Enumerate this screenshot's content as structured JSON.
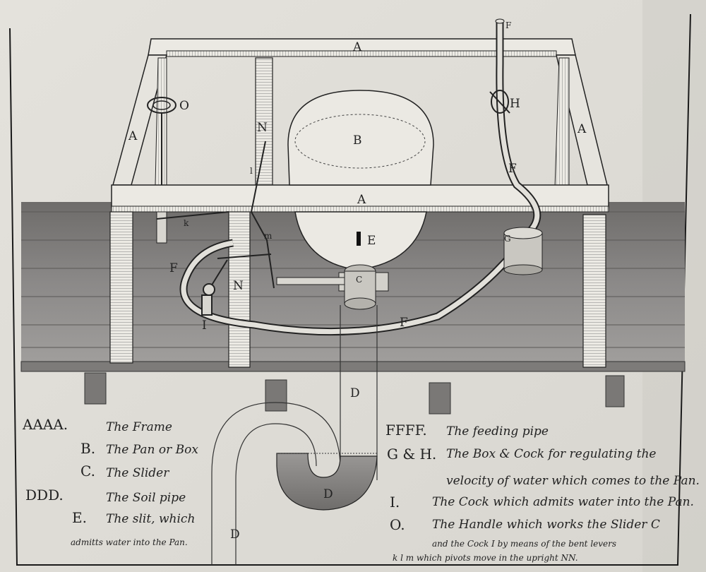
{
  "diagram": {
    "labels": {
      "A_top": "A",
      "A_left": "A",
      "A_right": "A",
      "A_mid": "A",
      "B": "B",
      "C": "C",
      "D_pipe": "D",
      "D_trap": "D",
      "D_low": "D",
      "E": "E",
      "F_top": "F",
      "F_right": "F",
      "F_left": "F",
      "F_bottom": "F",
      "G": "G",
      "H": "H",
      "I": "I",
      "N_upper": "N",
      "N_lower": "N",
      "O": "O",
      "k": "k",
      "l": "l",
      "m": "m"
    }
  },
  "legend": {
    "left": [
      {
        "key": "AAAA.",
        "text": "The Frame"
      },
      {
        "key": "B.",
        "text": "The Pan or Box"
      },
      {
        "key": "C.",
        "text": "The Slider"
      },
      {
        "key": "DDD.",
        "text": "The Soil pipe"
      },
      {
        "key": "E.",
        "text": "The slit, which"
      },
      {
        "key": "",
        "text": "admitts water into the Pan."
      }
    ],
    "right": [
      {
        "key": "FFFF.",
        "text": "The feeding pipe"
      },
      {
        "key": "G & H.",
        "text": "The Box & Cock for regulating the"
      },
      {
        "key": "",
        "text": "velocity of water which comes to the Pan."
      },
      {
        "key": "I.",
        "text": "The Cock which admits water into the Pan."
      },
      {
        "key": "O.",
        "text": "The Handle which works the Slider C"
      },
      {
        "key": "",
        "text": "and the Cock I by means of the bent levers"
      },
      {
        "key": "",
        "text": "k l m which pivots move in the upright NN."
      }
    ]
  }
}
